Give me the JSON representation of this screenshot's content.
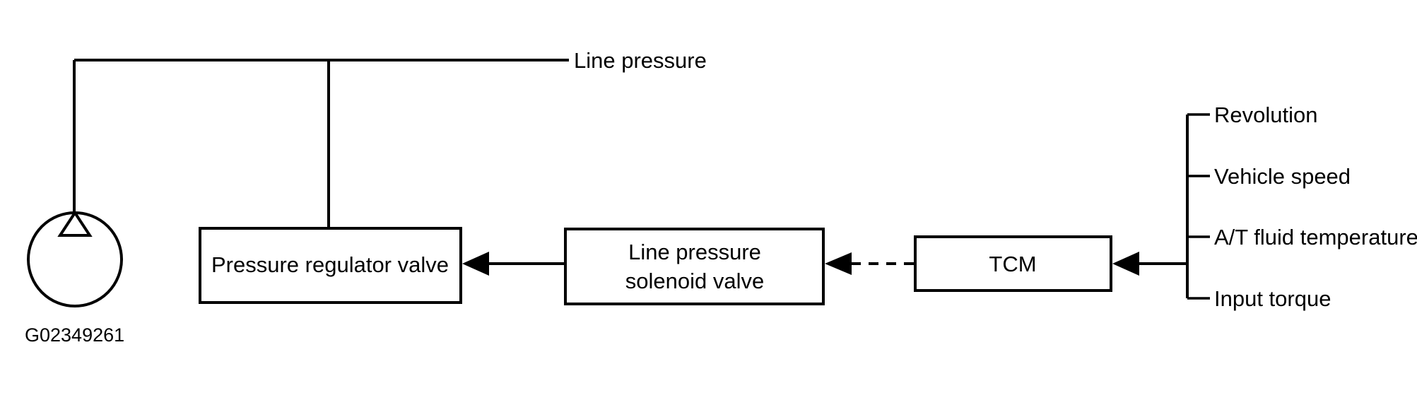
{
  "figure": {
    "id_label": "G02349261",
    "accent_color": "#000000",
    "background_color": "#ffffff"
  },
  "flow": {
    "line_pressure_label": "Line pressure",
    "boxes": [
      {
        "name": "pressure-regulator-valve",
        "line1": "Pressure regulator valve",
        "line2": ""
      },
      {
        "name": "line-pressure-solenoid-valve",
        "line1": "Line pressure",
        "line2": "solenoid valve"
      },
      {
        "name": "tcm",
        "line1": "TCM",
        "line2": ""
      }
    ]
  },
  "inputs": {
    "items": [
      {
        "label": "Revolution"
      },
      {
        "label": "Vehicle speed"
      },
      {
        "label": "A/T fluid temperature"
      },
      {
        "label": "Input torque"
      }
    ]
  }
}
